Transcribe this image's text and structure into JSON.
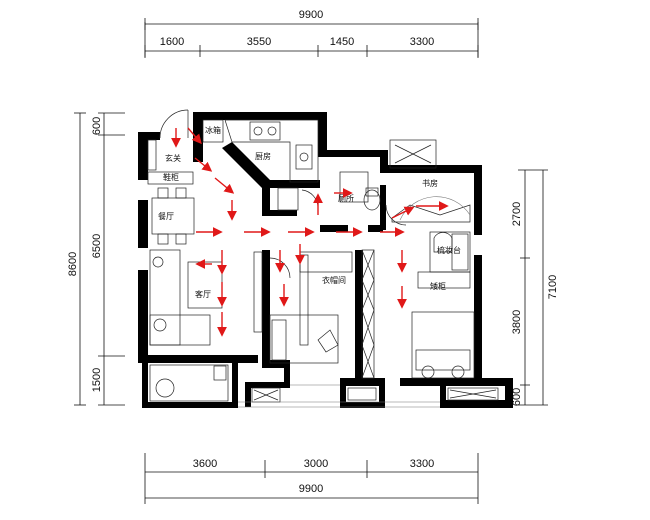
{
  "dimensions": {
    "top_total": "9900",
    "top_segments": [
      "1600",
      "3550",
      "1450",
      "3300"
    ],
    "bottom_segments": [
      "3600",
      "3000",
      "3300"
    ],
    "bottom_total": "9900",
    "left_total": "8600",
    "left_segments": [
      "600",
      "6500",
      "1500"
    ],
    "right_total": "7100",
    "right_segments": [
      "2700",
      "3800",
      "600"
    ]
  },
  "rooms": {
    "entry": "玄关",
    "fridge": "冰箱",
    "kitchen": "厨房",
    "shoe_cabinet": "鞋柜",
    "dining": "餐厅",
    "bathroom": "厕所",
    "study": "书房",
    "living": "客厅",
    "wardrobe": "衣帽间",
    "vanity": "梳妆台",
    "bed_cabinet": "矮柜"
  },
  "colors": {
    "wall": "#000000",
    "flow_arrow": "#e01818",
    "line": "#222222"
  }
}
